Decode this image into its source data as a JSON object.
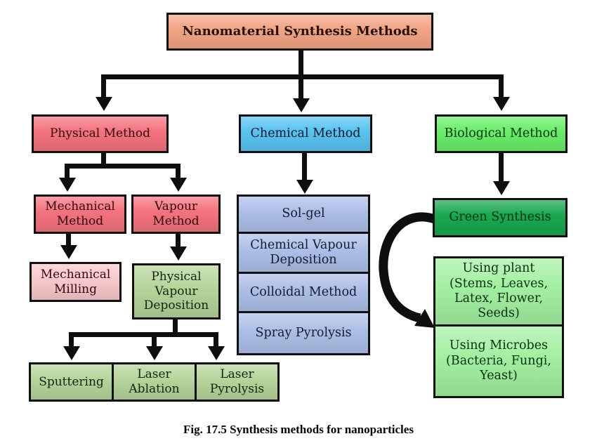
{
  "figure": {
    "caption": "Fig. 17.5 Synthesis methods for nanoparticles"
  },
  "nodes": {
    "root": {
      "label": "Nanomaterial Synthesis Methods",
      "fill": "#F2A584"
    },
    "physical": {
      "label": "Physical Method",
      "fill": "#F4737E"
    },
    "chemical": {
      "label": "Chemical Method",
      "fill": "#58C3F1"
    },
    "biological": {
      "label": "Biological Method",
      "fill": "#69EE69"
    },
    "mechanical_method": {
      "label": "Mechanical\nMethod",
      "fill": "#F4737E"
    },
    "vapour_method": {
      "label": "Vapour\nMethod",
      "fill": "#F4737E"
    },
    "mechanical_milling": {
      "label": "Mechanical\nMilling",
      "fill": "#F8C9CB"
    },
    "physical_vapour_deposition": {
      "label": "Physical\nVapour\nDeposition",
      "fill": "#B5D59A"
    },
    "sputtering": {
      "label": "Sputtering",
      "fill": "#B5D59A"
    },
    "laser_ablation": {
      "label": "Laser\nAblation",
      "fill": "#B5D59A"
    },
    "laser_pyrolysis": {
      "label": "Laser\nPyrolysis",
      "fill": "#B5D59A"
    },
    "sol_gel": {
      "label": "Sol-gel",
      "fill": "#ADBFE7"
    },
    "chemical_vapour_deposition": {
      "label": "Chemical Vapour\nDeposition",
      "fill": "#ADBFE7"
    },
    "colloidal_method": {
      "label": "Colloidal Method",
      "fill": "#ADBFE7"
    },
    "spray_pyrolysis": {
      "label": "Spray Pyrolysis",
      "fill": "#ADBFE7"
    },
    "green_synthesis": {
      "label": "Green Synthesis",
      "fill": "#18A84E"
    },
    "using_plant": {
      "label": "Using plant\n(Stems, Leaves,\nLatex, Flower,\nSeeds)",
      "fill": "#A3F0A1"
    },
    "using_microbes": {
      "label": "Using  Microbes\n(Bacteria, Fungi,\nYeast)",
      "fill": "#A3F0A1"
    }
  },
  "colors": {
    "connector": "#0e0e0e",
    "border": "#101010",
    "background": "#ffffff"
  }
}
